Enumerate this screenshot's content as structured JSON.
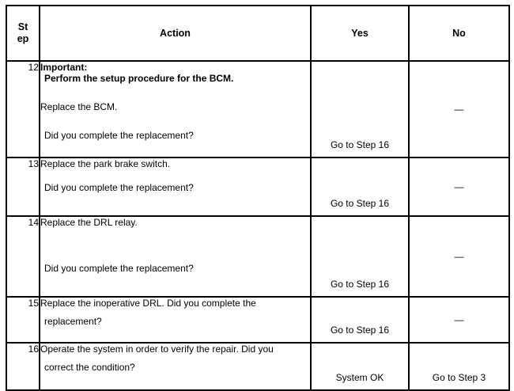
{
  "table": {
    "columns": [
      {
        "key": "step",
        "label": "St\nep"
      },
      {
        "key": "action",
        "label": "Action"
      },
      {
        "key": "yes",
        "label": "Yes"
      },
      {
        "key": "no",
        "label": "No"
      }
    ],
    "rows": [
      {
        "step": "12",
        "action_lines": [
          {
            "text": "Important:",
            "bold": true,
            "indent": false
          },
          {
            "text": "Perform the setup procedure for the BCM.",
            "bold": true,
            "indent": true
          },
          {
            "text": "Replace the BCM.",
            "bold": false,
            "indent": false
          },
          {
            "text": "Did you complete the replacement?",
            "bold": false,
            "indent": true
          }
        ],
        "yes": "Go to Step 16",
        "no": "—"
      },
      {
        "step": "13",
        "action_lines": [
          {
            "text": "Replace the park brake switch.",
            "bold": false,
            "indent": false
          },
          {
            "text": "Did you complete the replacement?",
            "bold": false,
            "indent": true
          }
        ],
        "yes": "Go to Step 16",
        "no": "—"
      },
      {
        "step": "14",
        "action_lines": [
          {
            "text": "Replace the DRL relay.",
            "bold": false,
            "indent": false
          },
          {
            "text": "Did you complete the replacement?",
            "bold": false,
            "indent": true
          }
        ],
        "yes": "Go to Step 16",
        "no": "—"
      },
      {
        "step": "15",
        "action_lines": [
          {
            "text": "Replace the inoperative DRL. Did you complete the",
            "bold": false,
            "indent": false
          },
          {
            "text": "replacement?",
            "bold": false,
            "indent": true
          }
        ],
        "yes": "Go to Step 16",
        "no": "—"
      },
      {
        "step": "16",
        "action_lines": [
          {
            "text": "Operate the system in order to verify the repair. Did you",
            "bold": false,
            "indent": false
          },
          {
            "text": "correct the condition?",
            "bold": false,
            "indent": true
          }
        ],
        "yes": "System OK",
        "no": "Go to Step 3"
      }
    ]
  },
  "header": {
    "step_line1": "St",
    "step_line2": "ep",
    "action": "Action",
    "yes": "Yes",
    "no": "No"
  },
  "rows": {
    "r12": {
      "step": "12",
      "l1": "Important:",
      "l2": "Perform the setup procedure for the BCM.",
      "l3": "Replace the BCM.",
      "l4": "Did you complete the replacement?",
      "yes": "Go to Step 16",
      "no": "—"
    },
    "r13": {
      "step": "13",
      "l1": "Replace the park brake switch.",
      "l2": "Did you complete the replacement?",
      "yes": "Go to Step 16",
      "no": "—"
    },
    "r14": {
      "step": "14",
      "l1": "Replace the DRL relay.",
      "l2": "Did you complete the replacement?",
      "yes": "Go to Step 16",
      "no": "—"
    },
    "r15": {
      "step": "15",
      "l1": "Replace the inoperative DRL. Did you complete the",
      "l2": "replacement?",
      "yes": "Go to Step 16",
      "no": "—"
    },
    "r16": {
      "step": "16",
      "l1": "Operate the system in order to verify the repair. Did you",
      "l2": "correct the condition?",
      "yes": "System OK",
      "no": "Go to Step 3"
    }
  },
  "colors": {
    "border": "#000000",
    "background": "#ffffff",
    "text": "#000000"
  }
}
